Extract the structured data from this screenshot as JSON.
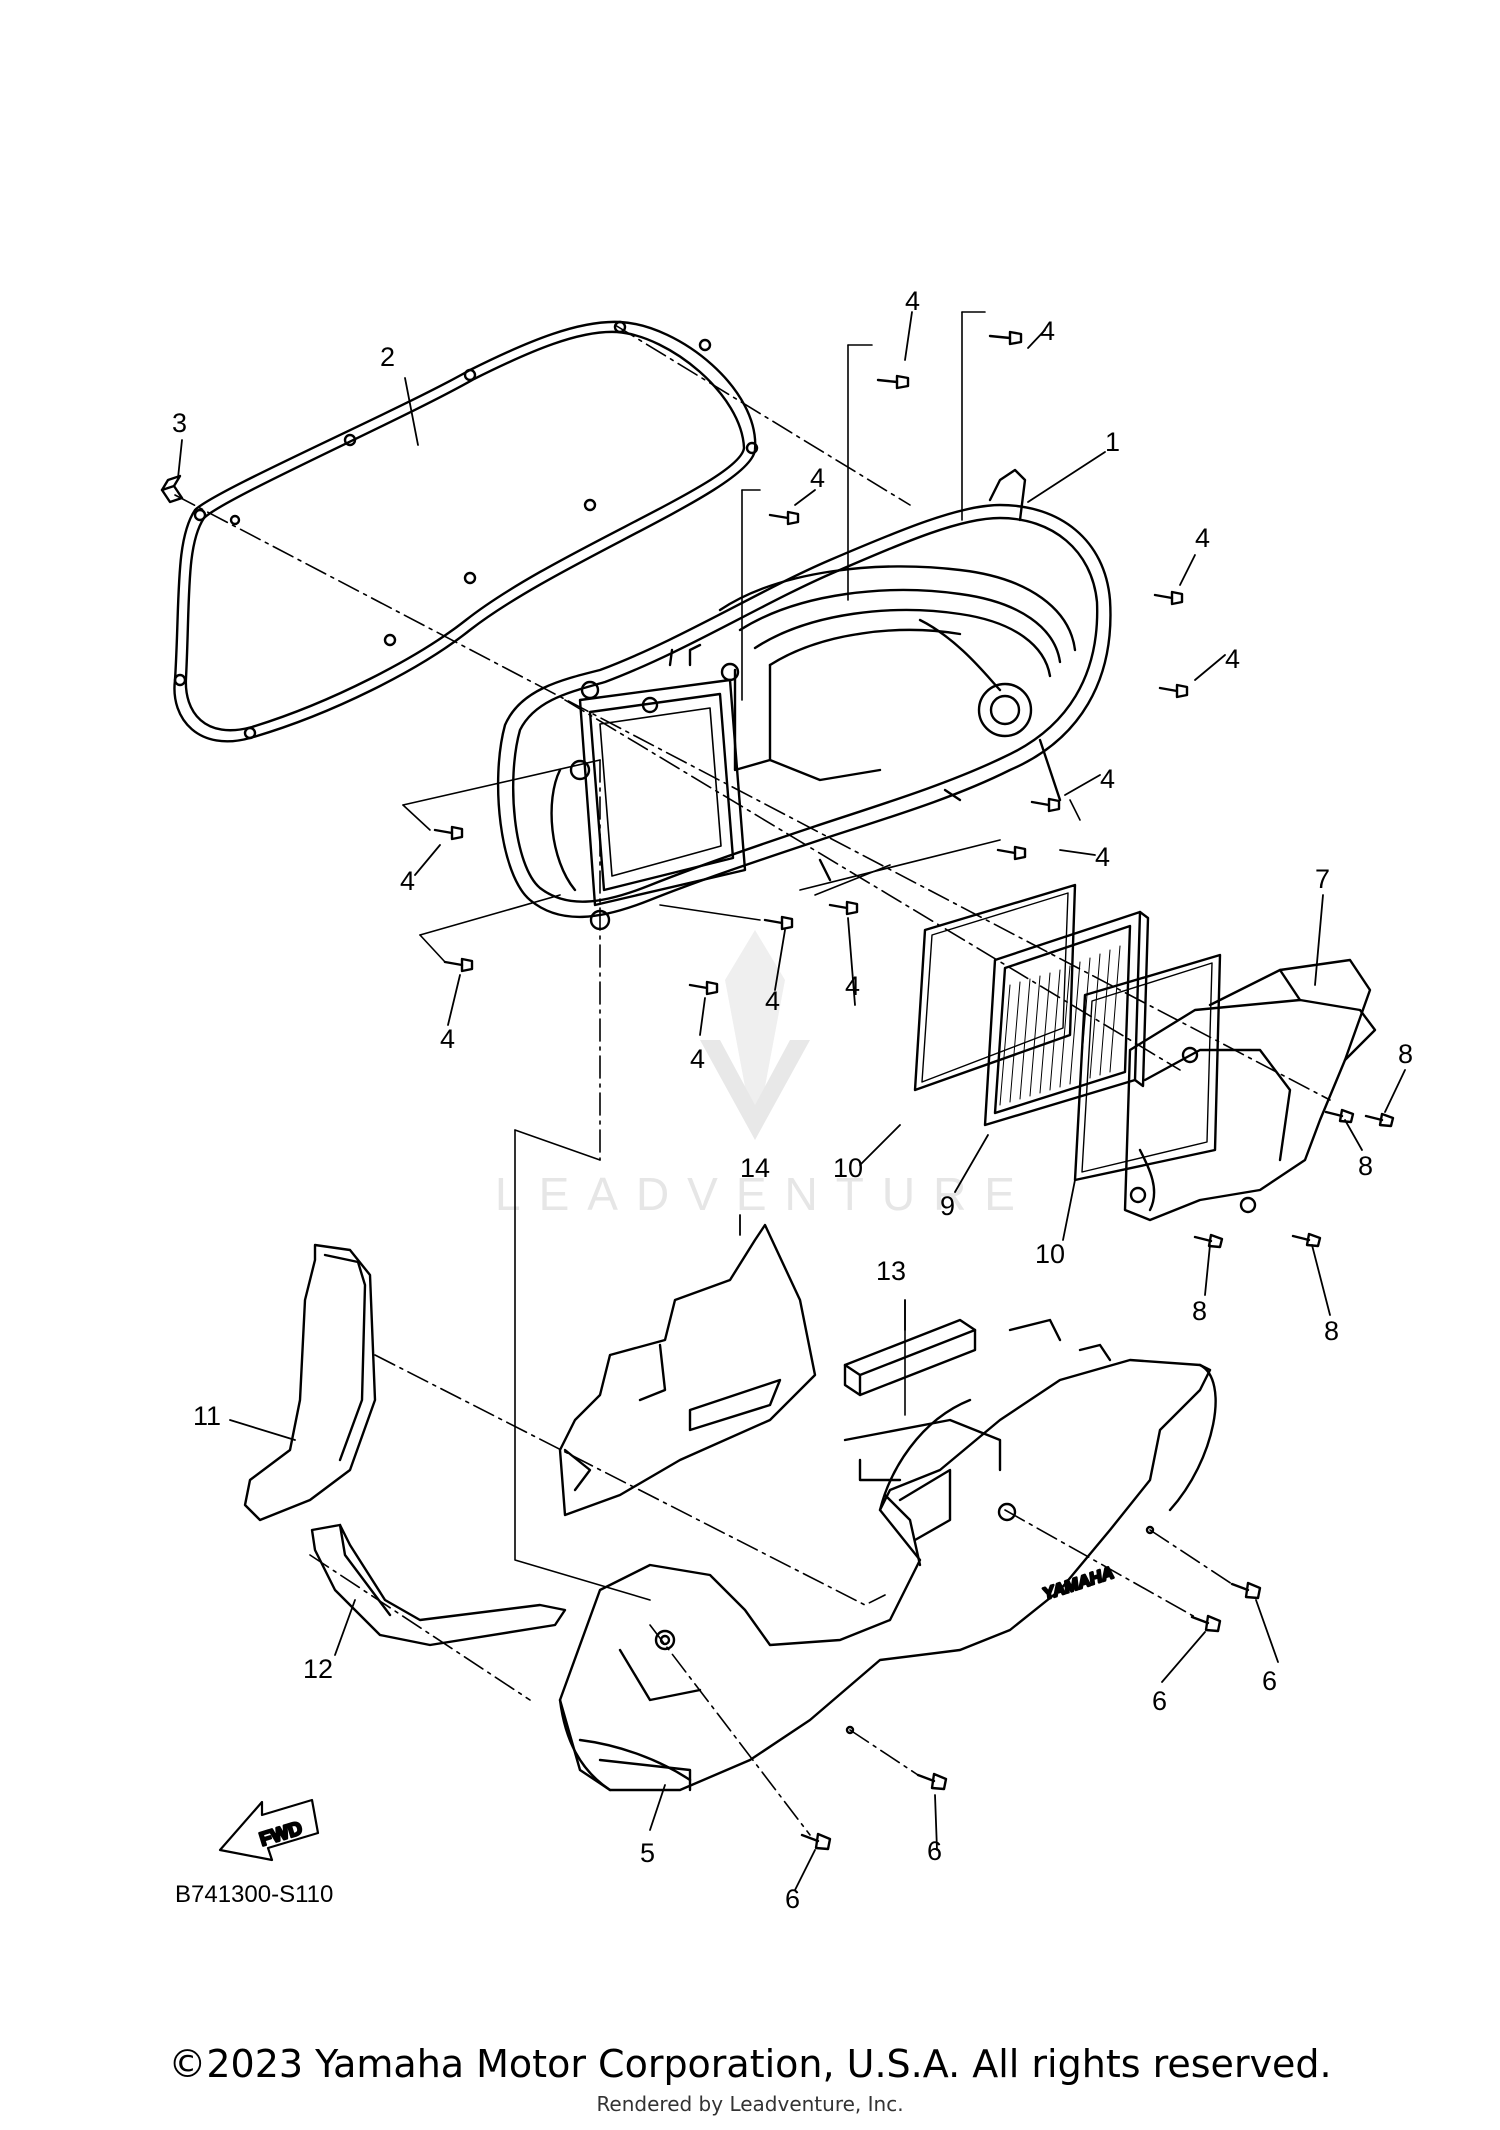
{
  "diagram": {
    "callouts": [
      {
        "id": "c1",
        "label": "1"
      },
      {
        "id": "c2",
        "label": "2"
      },
      {
        "id": "c3",
        "label": "3"
      },
      {
        "id": "c4a",
        "label": "4"
      },
      {
        "id": "c4b",
        "label": "4"
      },
      {
        "id": "c4c",
        "label": "4"
      },
      {
        "id": "c4d",
        "label": "4"
      },
      {
        "id": "c4e",
        "label": "4"
      },
      {
        "id": "c4f",
        "label": "4"
      },
      {
        "id": "c4g",
        "label": "4"
      },
      {
        "id": "c4h",
        "label": "4"
      },
      {
        "id": "c4i",
        "label": "4"
      },
      {
        "id": "c4j",
        "label": "4"
      },
      {
        "id": "c4k",
        "label": "4"
      },
      {
        "id": "c4l",
        "label": "4"
      },
      {
        "id": "c5",
        "label": "5"
      },
      {
        "id": "c6a",
        "label": "6"
      },
      {
        "id": "c6b",
        "label": "6"
      },
      {
        "id": "c6c",
        "label": "6"
      },
      {
        "id": "c6d",
        "label": "6"
      },
      {
        "id": "c7",
        "label": "7"
      },
      {
        "id": "c8a",
        "label": "8"
      },
      {
        "id": "c8b",
        "label": "8"
      },
      {
        "id": "c8c",
        "label": "8"
      },
      {
        "id": "c8d",
        "label": "8"
      },
      {
        "id": "c9",
        "label": "9"
      },
      {
        "id": "c10a",
        "label": "10"
      },
      {
        "id": "c10b",
        "label": "10"
      },
      {
        "id": "c11",
        "label": "11"
      },
      {
        "id": "c12",
        "label": "12"
      },
      {
        "id": "c13",
        "label": "13"
      },
      {
        "id": "c14",
        "label": "14"
      }
    ],
    "diagram_code": "B741300-S110",
    "fwd_label": "FWD",
    "cover_brand": "YAMAHA",
    "watermark": "LEADVENTURE"
  },
  "footer": {
    "copyright": "©2023 Yamaha Motor Corporation, U.S.A. All rights reserved.",
    "rendered_by": "Rendered by Leadventure, Inc."
  }
}
